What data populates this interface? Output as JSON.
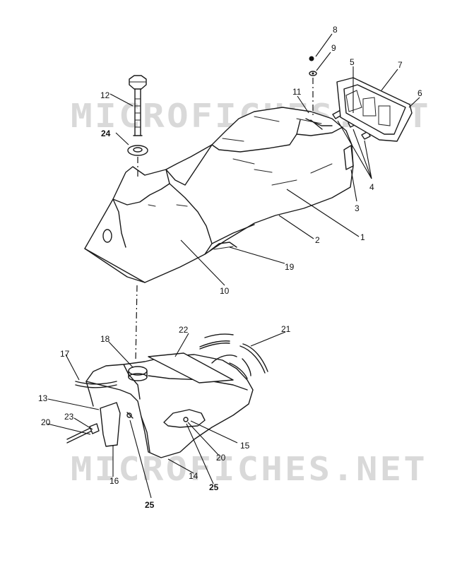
{
  "watermark": {
    "top": "MICROFICHES.NET",
    "bottom": "MICROFICHES.NET"
  },
  "callouts": {
    "c1": "1",
    "c2": "2",
    "c3": "3",
    "c4": "4",
    "c5": "5",
    "c6": "6",
    "c7": "7",
    "c8": "8",
    "c9": "9",
    "c10": "10",
    "c11": "11",
    "c12": "12",
    "c13": "13",
    "c14": "14",
    "c15": "15",
    "c16": "16",
    "c17": "17",
    "c18": "18",
    "c19": "19",
    "c20a": "20",
    "c20b": "20",
    "c21": "21",
    "c22": "22",
    "c23": "23",
    "c24": "24",
    "c25a": "25",
    "c25b": "25"
  }
}
